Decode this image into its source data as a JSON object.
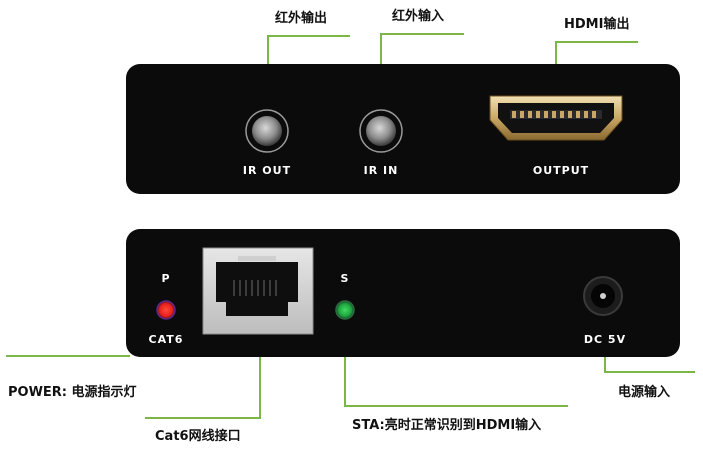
{
  "colors": {
    "panel": "#0b0b0b",
    "panel_text": "#ffffff",
    "leader_line": "#7ab648",
    "power_led": "#e8201c",
    "status_led": "#1fa43f"
  },
  "top_panel": {
    "ports": {
      "ir_out": "IR OUT",
      "ir_in": "IR IN",
      "hdmi_out": "OUTPUT"
    },
    "callouts": {
      "ir_out": "红外输出",
      "ir_in": "红外输入",
      "hdmi_out": "HDMI输出"
    }
  },
  "bottom_panel": {
    "labels": {
      "power_led": "P",
      "status_led": "S",
      "cat6_port": "CAT6",
      "dc_jack": "DC 5V"
    },
    "callouts": {
      "power": "POWER: 电源指示灯",
      "cat6": "Cat6网线接口",
      "status": "STA:亮时正常识别到HDMI输入",
      "dc_in": "电源输入"
    }
  }
}
